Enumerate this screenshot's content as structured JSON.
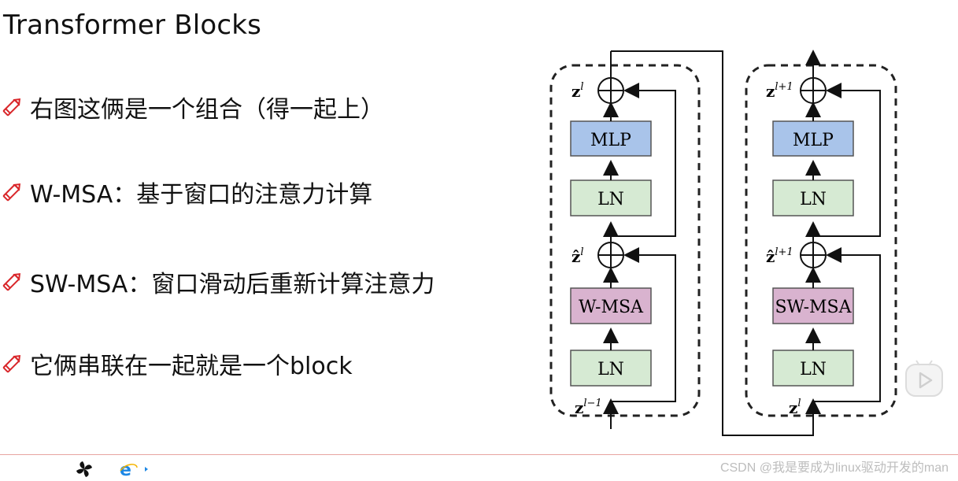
{
  "slide": {
    "title": "Transformer Blocks",
    "bullets": [
      "右图这俩是一个组合（得一起上）",
      "W-MSA：基于窗口的注意力计算",
      "SW-MSA：窗口滑动后重新计算注意力",
      "它俩串联在一起就是一个block"
    ]
  },
  "diagram": {
    "left_block": {
      "mlp": "MLP",
      "ln_top": "LN",
      "attention": "W-MSA",
      "ln_bottom": "LN",
      "out_label_base": "z",
      "out_label_sup": "l",
      "mid_label_base": "ẑ",
      "mid_label_sup": "l",
      "in_label_base": "z",
      "in_label_sup": "l−1"
    },
    "right_block": {
      "mlp": "MLP",
      "ln_top": "LN",
      "attention": "SW-MSA",
      "ln_bottom": "LN",
      "out_label_base": "z",
      "out_label_sup": "l+1",
      "mid_label_base": "ẑ",
      "mid_label_sup": "l+1",
      "in_label_base": "z",
      "in_label_sup": "l"
    },
    "colors": {
      "mlp": "#a9c4ea",
      "ln": "#d6ead3",
      "attention": "#d9b3cf",
      "border": "#3a3a3a"
    }
  },
  "footer": {
    "watermark": "CSDN @我是要成为linux驱动开发的man"
  },
  "icons": [
    "pencil-icon",
    "pinwheel-icon",
    "ie-browser-icon",
    "video-play-icon"
  ]
}
